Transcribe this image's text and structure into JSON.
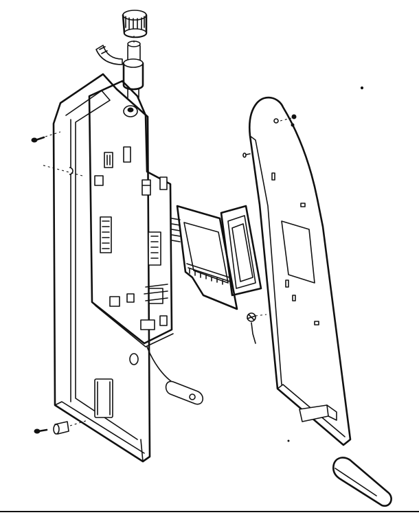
{
  "diagram": {
    "kind": "exploded-assembly-line-drawing",
    "ink_color": "#111111",
    "paper_color": "#ffffff",
    "parts": [
      "knob-cap",
      "rotary-encoder",
      "flex-cable",
      "rear-housing",
      "main-circuit-board",
      "display-module",
      "display-frame",
      "front-panel",
      "end-cap",
      "mounting-screw",
      "grounding-lead",
      "spring-contact"
    ]
  }
}
